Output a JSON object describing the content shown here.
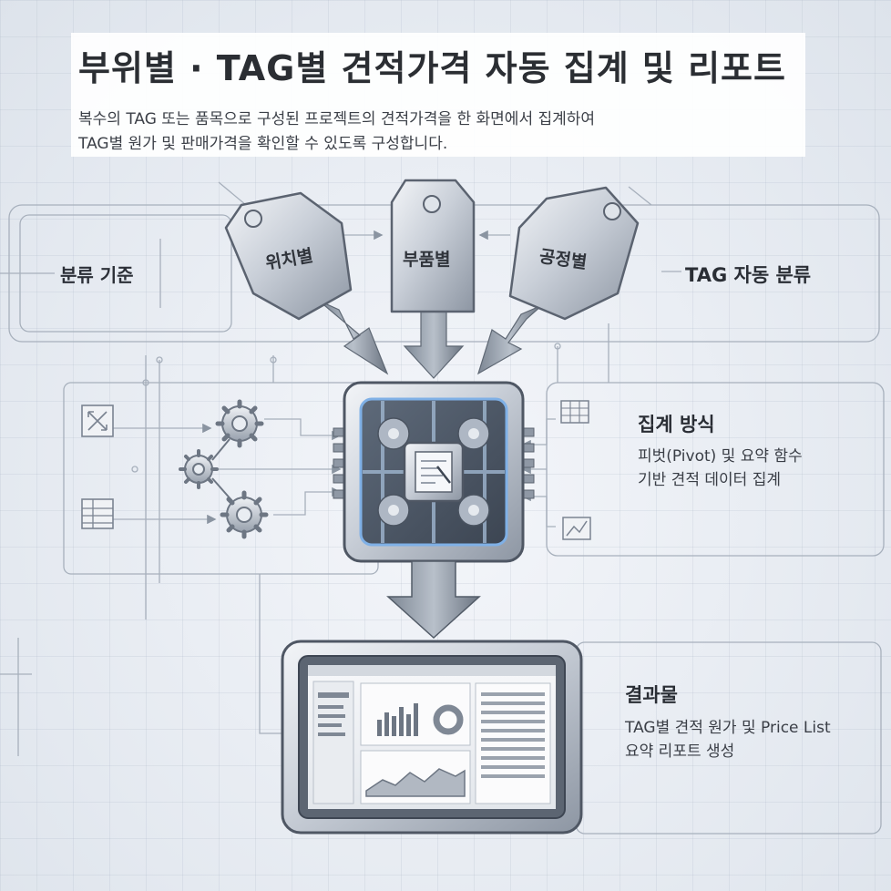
{
  "header": {
    "title": "부위별 · TAG별 견적가격 자동 집계 및 리포트",
    "description_line1": "복수의 TAG 또는 품목으로 구성된 프로젝트의 견적가격을 한 화면에서 집계하여",
    "description_line2": "TAG별 원가 및 판매가격을 확인할 수 있도록 구성합니다."
  },
  "classification": {
    "criteria_label": "분류 기준",
    "auto_label": "TAG 자동 분류",
    "tags": [
      "위치별",
      "부품별",
      "공정별"
    ]
  },
  "aggregation": {
    "title": "집계 방식",
    "desc_line1": "피벗(Pivot) 및 요약 함수",
    "desc_line2": "기반 견적 데이터 집계"
  },
  "result": {
    "title": "결과물",
    "desc_line1": "TAG별 견적 원가 및 Price List",
    "desc_line2": "요약 리포트 생성"
  },
  "icons": {
    "tag": "tag-icon",
    "processor": "processor-chip-icon",
    "gear": "gear-icon",
    "monitor": "dashboard-monitor-icon",
    "table": "table-icon",
    "expand": "expand-icon",
    "spreadsheet": "spreadsheet-icon",
    "chart": "chart-icon"
  },
  "colors": {
    "metal_light": "#e4e8ee",
    "metal_mid": "#aeb6c2",
    "metal_dark": "#6f7885",
    "accent_blue": "#6e9bd0",
    "line": "#9aa3b0"
  }
}
